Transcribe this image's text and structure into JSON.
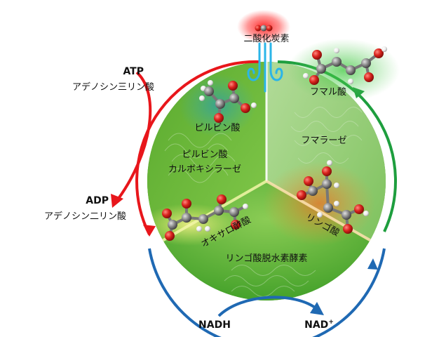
{
  "co2": {
    "label": "二酸化炭素"
  },
  "atp": {
    "symbol": "ATP",
    "name": "アデノシン三リン酸"
  },
  "adp": {
    "symbol": "ADP",
    "name": "アデノシン二リン酸"
  },
  "nadh": {
    "symbol": "NADH"
  },
  "nad": {
    "symbol": "NAD",
    "superscript": "+"
  },
  "molecules": {
    "pyruvate": "ピルビン酸",
    "fumarate": "フマル酸",
    "oxaloacetate": "オキサロ酢酸",
    "malate": "リンゴ酸"
  },
  "enzymes": {
    "pyruvate_carboxylase_line1": "ピルビン酸",
    "pyruvate_carboxylase_line2": "カルボキシラーゼ",
    "fumarase": "フマラーゼ",
    "malate_dehydrogenase": "リンゴ酸脱水素酵素"
  },
  "colors": {
    "atp_arrow": "#e8161b",
    "nadh_arrow": "#1a6fc4",
    "cycle_green": "#1e9e3e",
    "cycle_blue": "#1f69b3",
    "co2_pipe": "#2bb5e8",
    "co2_glow": "#ff3030",
    "circle_green": "#6cbf3c",
    "oxygen_atom": "#d9231d",
    "carbon_atom": "#8c8c8c",
    "hydrogen_atom": "#f2f2f2"
  }
}
